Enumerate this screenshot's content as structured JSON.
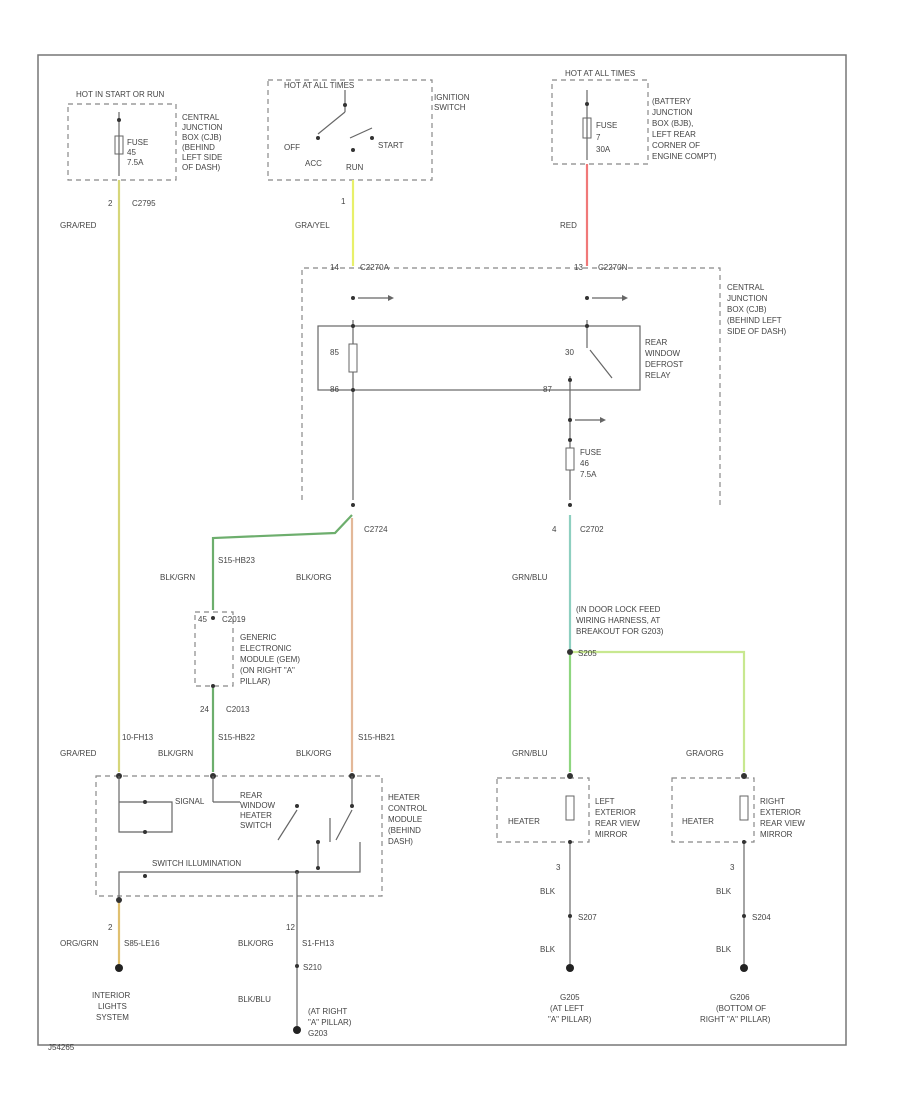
{
  "colors": {
    "gra_red": "#d6d67a",
    "gra_yel": "#e8f06a",
    "red": "#f07878",
    "gra_blu": "#8ecfc0",
    "blk_grn": "#6dae6d",
    "blk_org": "#e3b899",
    "grn_blu": "#8ed680",
    "gra_org": "#c8e890",
    "org_grn": "#e0c070",
    "gray": "#aaaaaa"
  },
  "labels": {
    "hot_run_start": "HOT IN START OR RUN",
    "cjb_left_dash": [
      "CENTRAL",
      "JUNCTION",
      "BOX (CJB)",
      "(BEHIND",
      "LEFT SIDE",
      "OF DASH)"
    ],
    "fuse_top_left": [
      "FUSE",
      "45",
      "7.5A"
    ],
    "c2795": "C2795",
    "pin_2": "2",
    "gra_red": "GRA/RED",
    "hot_timer": "HOT AT ALL TIMES",
    "ignition_switch": [
      "IGNITION",
      "SWITCH"
    ],
    "off": "OFF",
    "start": "START",
    "acc": "ACC",
    "run": "RUN",
    "pin_1": "1",
    "gra_yel": "GRA/YEL",
    "hot_all_times": "HOT AT ALL TIMES",
    "bjb": [
      "(BATTERY",
      "JUNCTION",
      "BOX (BJB),",
      "LEFT REAR",
      "CORNER OF",
      "ENGINE COMPT)"
    ],
    "fuse_top_right": [
      "FUSE",
      "7",
      "30A"
    ],
    "red": "RED",
    "c2270a": "C2270A",
    "c2270n": "C2270N",
    "pin_14": "14",
    "pin_13": "13",
    "cjb_right": [
      "CENTRAL",
      "JUNCTION",
      "BOX (CJB)",
      "(BEHIND LEFT",
      "SIDE OF DASH)"
    ],
    "relay_85": "85",
    "relay_30": "30",
    "relay_86": "86",
    "relay_87": "87",
    "relay_name": [
      "REAR",
      "WINDOW",
      "DEFROST",
      "RELAY"
    ],
    "fuse_mid": [
      "FUSE",
      "46",
      "7.5A"
    ],
    "c2724": "C2724",
    "c2702": "C2702",
    "pin_4": "4",
    "blk_grn": "BLK/GRN",
    "blk_org": "BLK/ORG",
    "gra_blu": "GRN/BLU",
    "s210_4b": "S15-HB23",
    "in_door_lock": [
      "(IN DOOR LOCK FEED",
      "WIRING HARNESS, AT",
      "BREAKOUT FOR G203)"
    ],
    "s205": "S205",
    "gem_pin": "45",
    "c2019": "C2019",
    "gem": [
      "GENERIC",
      "ELECTRONIC",
      "MODULE (GEM)",
      "(ON RIGHT \"A\"",
      "PILLAR)"
    ],
    "pin_24": "24",
    "c2013": "C2013",
    "gra_red_2": "GRA/RED",
    "pin_10": "10-FH13",
    "blk_grn_2": "BLK/GRN",
    "s15_hb22": "S15-HB22",
    "blk_org_2": "BLK/ORG",
    "s15_hb21": "S15-HB21",
    "grn_blu": "GRN/BLU",
    "gra_org": "GRA/ORG",
    "rear_window_switch": [
      "REAR",
      "WINDOW",
      "HEATER",
      "SWITCH"
    ],
    "signal": "SIGNAL",
    "heater_ctrl": [
      "HEATER",
      "CONTROL",
      "MODULE",
      "(BEHIND",
      "DASH)"
    ],
    "switch_illum": "SWITCH ILLUMINATION",
    "heater_left": "HEATER",
    "left_mirror": [
      "LEFT",
      "EXTERIOR",
      "REAR VIEW",
      "MIRROR"
    ],
    "heater_right": "HEATER",
    "right_mirror": [
      "RIGHT",
      "EXTERIOR",
      "REAR VIEW",
      "MIRROR"
    ],
    "pin_2b": "2",
    "pin_12": "12",
    "pin_3a": "3",
    "pin_3b": "3",
    "org_grn": "ORG/GRN",
    "s85_le16": "S85-LE16",
    "blk_org_3": "BLK/ORG",
    "s1_fh13": "S1-FH13",
    "s210": "S210",
    "blk_a": "BLK",
    "blk_b": "BLK",
    "s207": "S207",
    "s204": "S204",
    "blk_c": "BLK",
    "blk_d": "BLK",
    "blk_blu": "BLK/BLU",
    "interior_lights": [
      "INTERIOR",
      "LIGHTS",
      "SYSTEM"
    ],
    "at_right_a": [
      "(AT RIGHT",
      "\"A\" PILLAR)",
      "G203"
    ],
    "g205": [
      "G205",
      "(AT LEFT",
      "\"A\" PILLAR)"
    ],
    "g206": [
      "G206",
      "(BOTTOM OF",
      "RIGHT \"A\" PILLAR)"
    ],
    "doc_id": "J54265"
  }
}
